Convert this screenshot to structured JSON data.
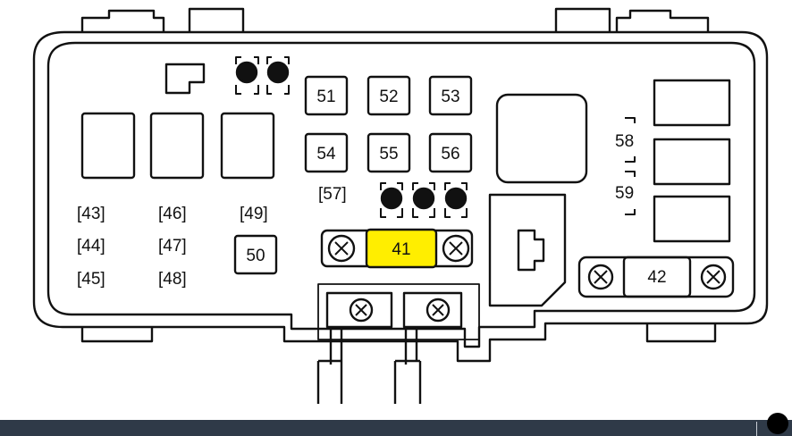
{
  "diagram": {
    "colors": {
      "line": "#111111",
      "background": "#ffffff",
      "highlight_fill": "#ffee00",
      "bar": "#2f3a48"
    },
    "fuses": [
      {
        "id": "f43",
        "label": "[43]"
      },
      {
        "id": "f44",
        "label": "[44]"
      },
      {
        "id": "f45",
        "label": "[45]"
      },
      {
        "id": "f46",
        "label": "[46]"
      },
      {
        "id": "f47",
        "label": "[47]"
      },
      {
        "id": "f48",
        "label": "[48]"
      },
      {
        "id": "f49",
        "label": "[49]"
      },
      {
        "id": "f57",
        "label": "[57]"
      },
      {
        "id": "f58",
        "label": "58"
      },
      {
        "id": "f59",
        "label": "59"
      }
    ],
    "boxed_fuses": [
      {
        "id": "f50",
        "label": "50"
      },
      {
        "id": "f51",
        "label": "51"
      },
      {
        "id": "f52",
        "label": "52"
      },
      {
        "id": "f53",
        "label": "53"
      },
      {
        "id": "f54",
        "label": "54"
      },
      {
        "id": "f55",
        "label": "55"
      },
      {
        "id": "f56",
        "label": "56"
      }
    ],
    "main_fuses": [
      {
        "id": "f41",
        "label": "41",
        "highlighted": true,
        "icon": "screw-x-icon"
      },
      {
        "id": "f42",
        "label": "42",
        "highlighted": false,
        "icon": "screw-x-icon"
      }
    ]
  }
}
